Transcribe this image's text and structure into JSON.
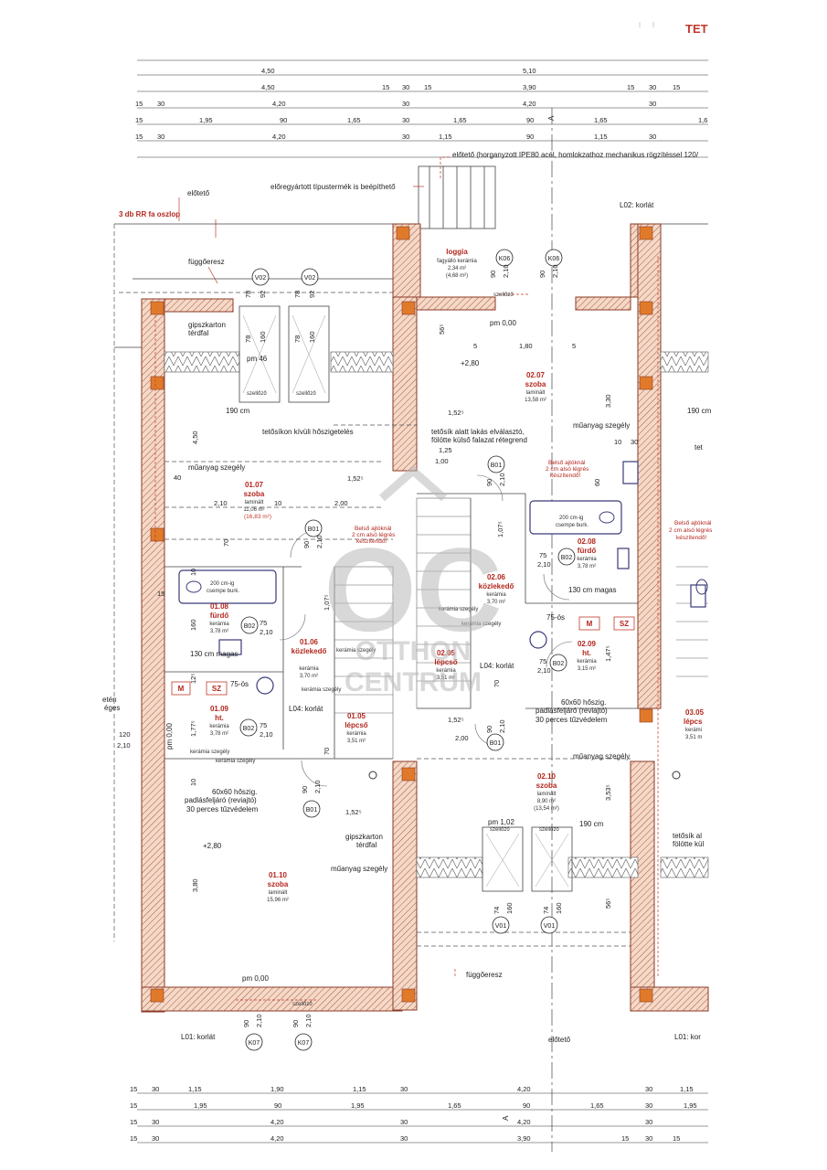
{
  "header": {
    "title": "TET"
  },
  "top_dims": [
    [
      "4,50",
      "5,10"
    ],
    [
      "4,50",
      "15",
      "30",
      "15",
      "3,90",
      "15",
      "30",
      "15"
    ],
    [
      "15",
      "30",
      "4,20",
      "30",
      "4,20",
      "30"
    ],
    [
      "15",
      "1,95",
      "90",
      "1,65",
      "30",
      "1,65",
      "90",
      "1,65",
      "1,6"
    ],
    [
      "15",
      "30",
      "4,20",
      "30",
      "1,15",
      "90",
      "1,15",
      "30"
    ]
  ],
  "bottom_dims": [
    [
      "15",
      "30",
      "1,15",
      "1,90",
      "1,15",
      "30",
      "4,20",
      "30",
      "1,15"
    ],
    [
      "15",
      "1,95",
      "90",
      "1,95",
      "1,65",
      "90",
      "1,65",
      "30",
      "1,95"
    ],
    [
      "15",
      "30",
      "4,20",
      "30",
      "4,20",
      "30"
    ],
    [
      "15",
      "30",
      "4,20",
      "30",
      "3,90",
      "15",
      "30",
      "15"
    ]
  ],
  "section_marks": [
    "A",
    "A"
  ],
  "notes": {
    "eloteto_top": "előtető (horganyzott IPE80 acél, homlokzathoz mechanikus rögzítéssel 120/",
    "eloregyartott": "előregyártott típustermék is beépíthető",
    "eloteto_left": "előtető",
    "oszlop": "3 db RR fa oszlop",
    "l02": "L02: korlát",
    "fuggoeresz": "függőeresz",
    "gipszkarton_1": "gipszkarton",
    "terdfal_1": "térdfal",
    "pm_46": "pm 46",
    "tetosikon": "tetősíkon kívüli hőszigetelés",
    "tetosik_alatt_1": "tetősík alatt lakás elválasztó,",
    "tetosik_alatt_2": "fölötte külső falazat rétegrend",
    "muanyag_1": "műanyag szegély",
    "muanyag_2": "műanyag szegély",
    "muanyag_3": "műanyag szegély",
    "muanyag_4": "műanyag szegély",
    "belso_1": "Belső ajtóknál",
    "belso_2": "2 cm alsó légrés",
    "belso_3": "készítendő!",
    "csempe_1": "200 cm-ig",
    "csempe_2": "csempe burk.",
    "csempe_3": "200 cm-ig",
    "csempe_4": "csempe burk.",
    "magas_1": "130 cm magas",
    "magas_2": "130 cm magas",
    "kerszeg_1": "kerámia szegély",
    "kerszeg_2": "kerámia szegély",
    "kerszeg_3": "kerámia szegély",
    "kerszeg_4": "kerámia szegély",
    "kerszeg_5": "kerámia szegély",
    "kerszeg_6": "kerámia szegély",
    "l04_1": "L04: korlát",
    "l04_2": "L04: korlát",
    "padlas_1": "60x60 hőszig.",
    "padlas_2": "padlásfeljáró (reviajtó)",
    "padlas_3": "30 perces tűzvédelem",
    "padlas_4": "60x60 hőszig.",
    "padlas_5": "padlásfeljáró (reviajtó)",
    "padlas_6": "30 perces tűzvédelem",
    "gipszkarton_2": "gipszkarton",
    "terdfal_2": "térdfal",
    "pm_000_a": "pm 0,00",
    "pm_000_b": "pm 0,00",
    "pm_000_c": "pm 0,00",
    "pm_102": "pm 1,02",
    "l01_1": "L01: korlát",
    "l01_2": "L01: kor",
    "eloteto_bottom": "előtető",
    "fuggoeresz_2": "függőeresz",
    "tetosik_r_1": "tetősík al",
    "tetosik_r_2": "fölötte kül",
    "cm190_a": "190 cm",
    "cm190_b": "190 cm",
    "cm190_c": "190 cm",
    "cm190_d": "190 cm",
    "szelozo": "szellőző",
    "level_280_a": "+2,80",
    "level_280_b": "+2,80",
    "ds75_a": "75-ös",
    "ds75_b": "75-ös",
    "tet_r": "tet",
    "etene": "etén",
    "eges": "éges"
  },
  "rooms": [
    {
      "id": "01.07",
      "name": "szoba",
      "mat": "laminált",
      "area": "11,06 m²",
      "area2": "(16,83 m²)"
    },
    {
      "id": "01.08",
      "name": "fürdő",
      "mat": "kerámia",
      "area": "3,78 m²"
    },
    {
      "id": "01.06",
      "name": "közlekedő",
      "mat": "kerámia",
      "area": "3,70 m²"
    },
    {
      "id": "01.09",
      "name": "ht.",
      "mat": "kerámia",
      "area": "3,78 m²"
    },
    {
      "id": "01.05",
      "name": "lépcső",
      "mat": "kerámia",
      "area": "3,51 m²"
    },
    {
      "id": "01.10",
      "name": "szoba",
      "mat": "laminált",
      "area": "15,96 m²"
    },
    {
      "id": "loggia",
      "name": "fagyálló kerámia",
      "area": "2,34 m²",
      "area2": "(4,68 m²)"
    },
    {
      "id": "02.07",
      "name": "szoba",
      "mat": "laminált",
      "area": "13,58 m²"
    },
    {
      "id": "02.08",
      "name": "fürdő",
      "mat": "kerámia",
      "area": "3,78 m²"
    },
    {
      "id": "02.06",
      "name": "közlekedő",
      "mat": "kerámia",
      "area": "3,70 m²"
    },
    {
      "id": "02.05",
      "name": "lépcső",
      "mat": "kerámia",
      "area": "3,51 m²"
    },
    {
      "id": "02.09",
      "name": "ht.",
      "mat": "kerámia",
      "area": "3,15 m²"
    },
    {
      "id": "02.10",
      "name": "szoba",
      "mat": "laminált",
      "area": "8,90 m²",
      "area2": "(13,54 m²)"
    },
    {
      "id": "03.05",
      "name": "lépcs",
      "mat": "kerámi",
      "area": "3,51 m"
    }
  ],
  "tags": {
    "V02": "V02",
    "V01": "V01",
    "K06": "K06",
    "K07": "K07",
    "B01": "B01",
    "B02": "B02",
    "M": "M",
    "SZ": "SZ"
  },
  "interior_dims": {
    "d_180": "1,80",
    "d_5": "5",
    "d_152": "1,52⁵",
    "d_125": "1,25",
    "d_100": "1,00",
    "d_210": "2,10",
    "d_10": "10",
    "d_200": "2,00",
    "d_450": "4,50",
    "d_330": "3,30",
    "d_380": "3,80",
    "d_40": "40",
    "d_70": "70",
    "d_90": "90",
    "d_75": "75",
    "d_78": "78",
    "d_92": "92",
    "d_160": "160",
    "d_74": "74",
    "d_120": "120",
    "d_15": "15",
    "d_107": "1,07⁵",
    "d_353": "3,53⁵",
    "d_147": "1,47⁵",
    "d_56": "56⁵",
    "d_60": "60",
    "d_30": "30",
    "d_177": "1,77⁵",
    "d_12": "12⁵"
  },
  "watermark": {
    "line1": "OTTHON",
    "line2": "CENTRUM",
    "mono": "OC"
  }
}
